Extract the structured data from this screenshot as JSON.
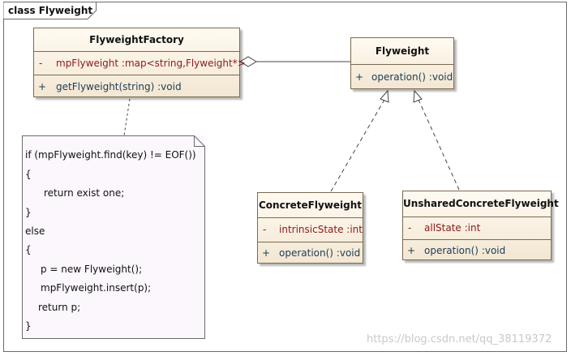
{
  "frame": {
    "title": "class Flyweight"
  },
  "classes": {
    "factory": {
      "name": "FlyweightFactory",
      "attributes": [
        {
          "visibility": "-",
          "text": "mpFlyweight  :map<string,Flyweight*>"
        }
      ],
      "operations": [
        {
          "visibility": "+",
          "text": "getFlyweight(string)  :void"
        }
      ]
    },
    "flyweight": {
      "name": "Flyweight",
      "operations": [
        {
          "visibility": "+",
          "text": "operation()  :void"
        }
      ]
    },
    "concrete": {
      "name": "ConcreteFlyweight",
      "attributes": [
        {
          "visibility": "-",
          "text": "intrinsicState  :int"
        }
      ],
      "operations": [
        {
          "visibility": "+",
          "text": "operation()  :void"
        }
      ]
    },
    "unshared": {
      "name": "UnsharedConcreteFlyweight",
      "attributes": [
        {
          "visibility": "-",
          "text": "allState  :int"
        }
      ],
      "operations": [
        {
          "visibility": "+",
          "text": "operation()  :void"
        }
      ]
    }
  },
  "note": {
    "lines": [
      "if (mpFlyweight.find(key) != EOF())",
      "{",
      "return exist one;",
      "}",
      "else",
      "{",
      "p = new Flyweight();",
      "mpFlyweight.insert(p);",
      "return p;",
      "}"
    ]
  },
  "watermark": "https://blog.csdn.net/qq_38119372",
  "colors": {
    "class_border": "#7a6a4f",
    "attribute_text": "#8b1a1a",
    "operation_text": "#1c3c55",
    "note_fill": "#fbf7fc",
    "watermark": "#c9c9c9"
  }
}
